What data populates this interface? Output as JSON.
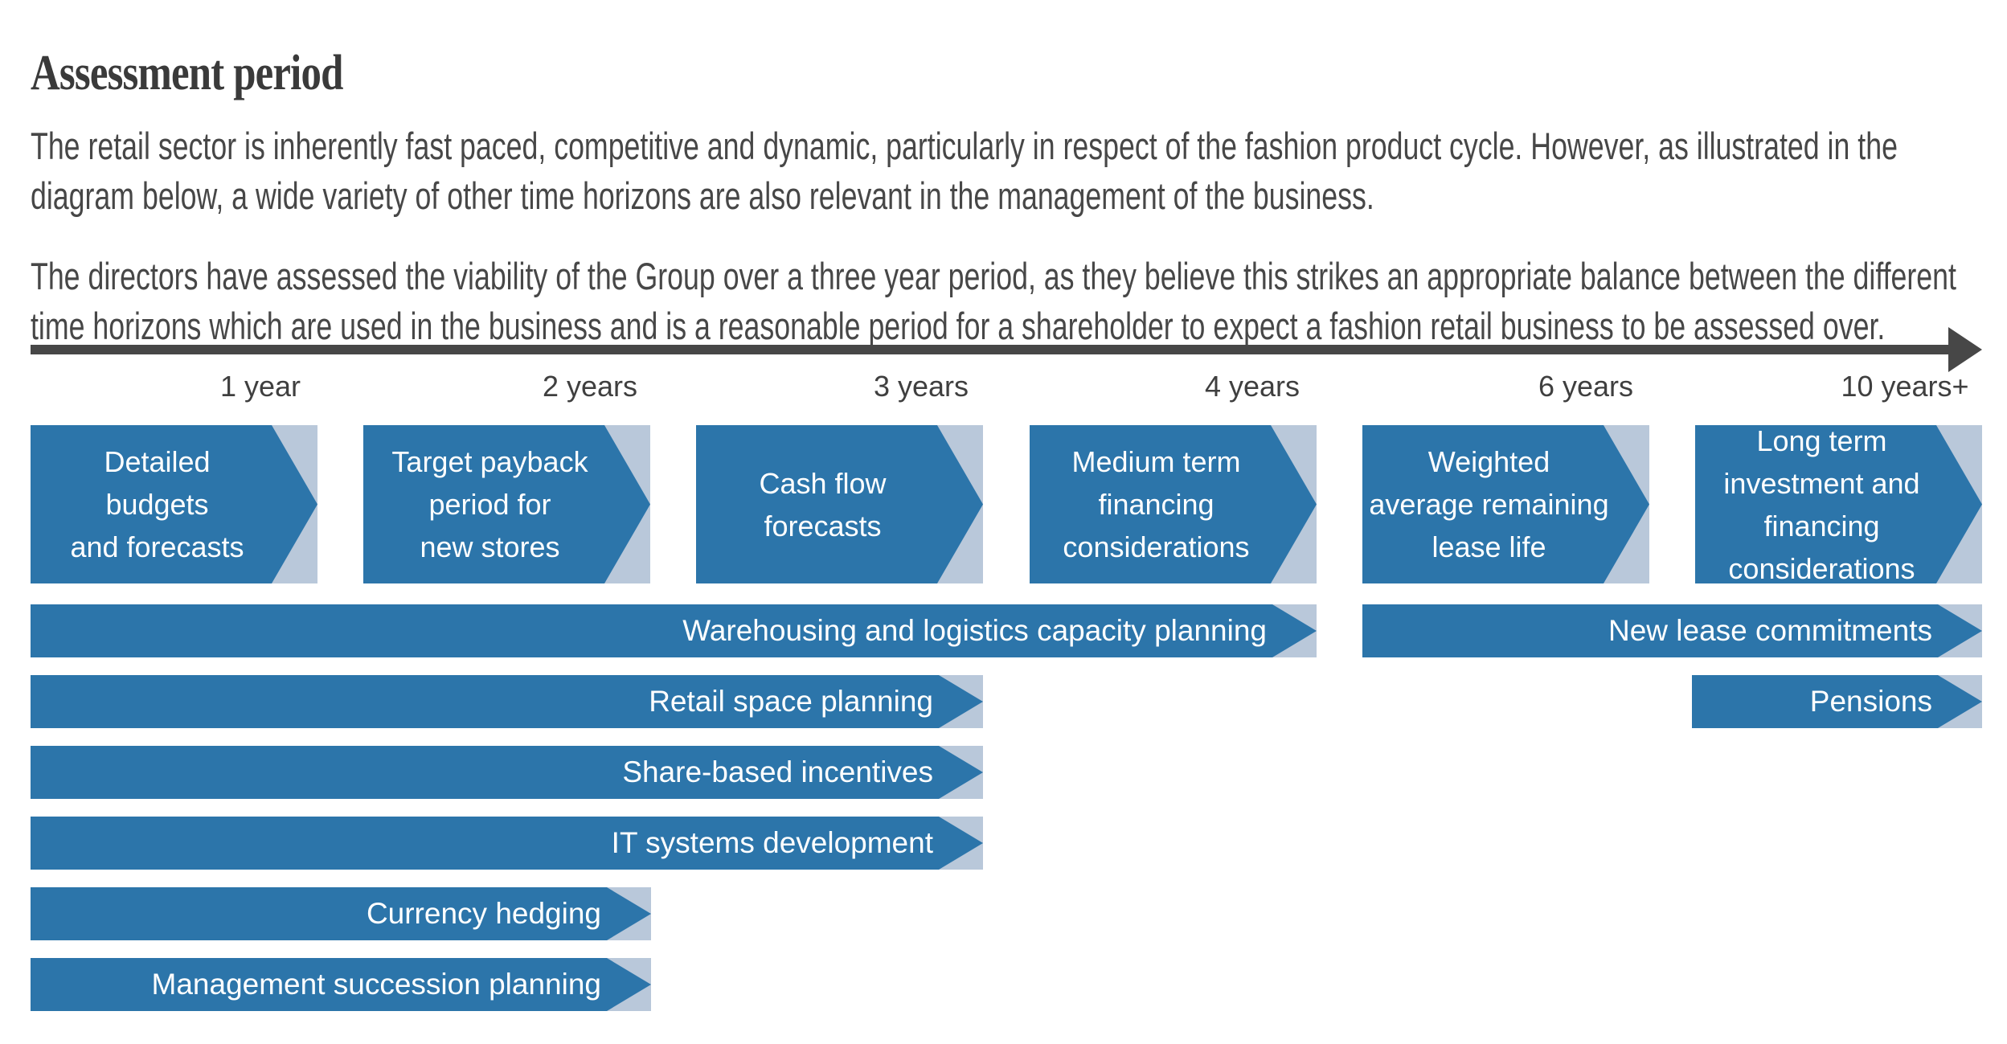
{
  "page": {
    "title": "Assessment period",
    "paragraphs": [
      "The retail sector is inherently fast paced, competitive and dynamic, particularly in respect of the fashion product cycle. However, as illustrated in the diagram below, a wide variety of other time horizons are also relevant in the management of the business.",
      "The directors have assessed the viability of the Group over a three year period, as they believe this strikes an appropriate balance between the different time horizons which are used in the business and is a reasonable period for a shareholder to expect a fashion retail business to be assessed over."
    ]
  },
  "timeline": {
    "year_labels": [
      "1 year",
      "2 years",
      "3 years",
      "4 years",
      "6 years",
      "10 years+"
    ]
  },
  "boxes": [
    {
      "label": "Detailed budgets and forecasts",
      "lines": [
        "Detailed",
        "budgets",
        "and forecasts"
      ]
    },
    {
      "label": "Target payback period for new stores",
      "lines": [
        "Target payback",
        "period for",
        "new stores"
      ]
    },
    {
      "label": "Cash flow forecasts",
      "lines": [
        "Cash flow",
        "forecasts"
      ]
    },
    {
      "label": "Medium term financing considerations",
      "lines": [
        "Medium term",
        "financing",
        "considerations"
      ]
    },
    {
      "label": "Weighted average remaining lease life",
      "lines": [
        "Weighted",
        "average remaining",
        "lease life"
      ]
    },
    {
      "label": "Long term investment and financing considerations",
      "lines": [
        "Long term",
        "investment and",
        "financing",
        "considerations"
      ]
    }
  ],
  "bars": [
    {
      "label": "Warehousing and logistics capacity planning"
    },
    {
      "label": "New lease commitments"
    },
    {
      "label": "Retail space planning"
    },
    {
      "label": "Pensions"
    },
    {
      "label": "Share-based incentives"
    },
    {
      "label": "IT systems development"
    },
    {
      "label": "Currency hedging"
    },
    {
      "label": "Management succession planning"
    }
  ],
  "colors": {
    "arrow_blue": "#2c75aa",
    "chevron_light": "#b9c8da",
    "axis_dark": "#474747",
    "text_dark": "#474747",
    "bar_text": "#ffffff"
  }
}
